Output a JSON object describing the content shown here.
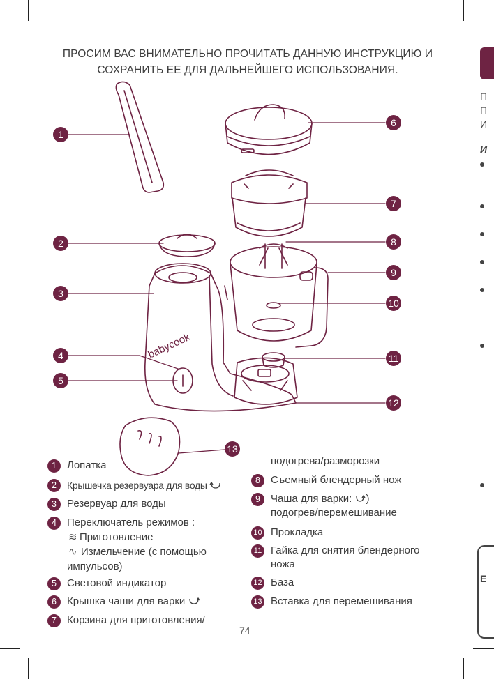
{
  "intro": "ПРОСИМ ВАС ВНИМАТЕЛЬНО ПРОЧИТАТЬ ДАННУЮ ИНСТРУКЦИЮ И СОХРАНИТЬ ЕЕ ДЛЯ ДАЛЬНЕЙШЕГО ИСПОЛЬЗОВАНИЯ.",
  "brand": "babycook",
  "callouts": [
    "1",
    "2",
    "3",
    "4",
    "5",
    "6",
    "7",
    "8",
    "9",
    "10",
    "11",
    "12",
    "13"
  ],
  "legend": {
    "i1": {
      "n": "1",
      "label": "Лопатка"
    },
    "i2": {
      "n": "2",
      "label": "Крышечка резервуара для воды"
    },
    "i3": {
      "n": "3",
      "label": "Резервуар для воды"
    },
    "i4": {
      "n": "4",
      "label": "Переключатель режимов :",
      "l2": "Приготовление",
      "l3": "Измельчение (с помощью",
      "l4": "импульсов)"
    },
    "i5": {
      "n": "5",
      "label": "Световой индикатор"
    },
    "i6": {
      "n": "6",
      "label": "Крышка чаши для варки"
    },
    "i7": {
      "n": "7",
      "label": "Корзина для приготовления/"
    },
    "i7b": "подогрева/разморозки",
    "i8": {
      "n": "8",
      "label": "Съемный блендерный нож"
    },
    "i9": {
      "n": "9",
      "label": "Чаша для варки:",
      "l2": "подогрев/перемешивание"
    },
    "i10": {
      "n": "10",
      "label": "Прокладка"
    },
    "i11": {
      "n": "11",
      "label": "Гайка для снятия блендерного",
      "l2": "ножа"
    },
    "i12": {
      "n": "12",
      "label": "База"
    },
    "i13": {
      "n": "13",
      "label": "Вставка для перемешивания"
    }
  },
  "page_number": "74",
  "side": {
    "letters": [
      "П",
      "П",
      "И"
    ],
    "heading": "И",
    "tab": "E"
  },
  "colors": {
    "accent": "#6e2343",
    "line": "#6e2343",
    "text": "#3d3d3d"
  }
}
